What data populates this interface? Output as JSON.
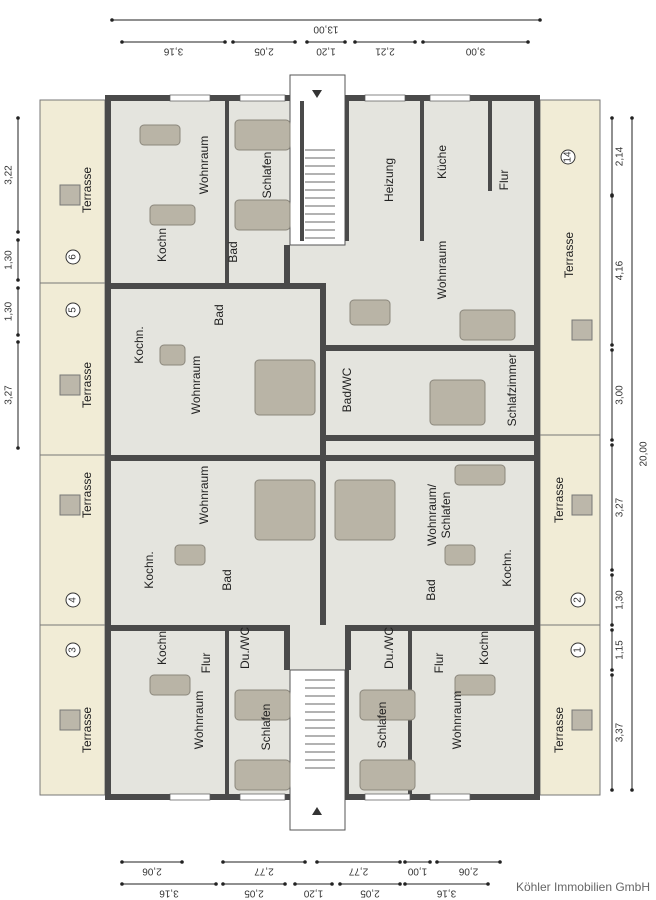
{
  "rooms_left": [
    "Terrasse",
    "Wohnraum",
    "Schlafen",
    "Kochn",
    "Bad",
    "Kochn.",
    "Bad",
    "Terrasse",
    "Wohnraum",
    "Terrasse",
    "Wohnraum",
    "Kochn.",
    "Bad",
    "Kochn",
    "Flur",
    "Du./WC",
    "Terrasse",
    "Wohnraum",
    "Schlafen"
  ],
  "rooms_right": [
    "Heizung",
    "Küche",
    "Flur",
    "Terrasse",
    "Wohnraum",
    "Bad/WC",
    "Schlafzimmer",
    "Terrasse",
    "Wohnraum/",
    "Schlafen",
    "Kochn.",
    "Bad",
    "Du./WC",
    "Kochn",
    "Flur",
    "Wohnraum",
    "Schlafen",
    "Terrasse"
  ],
  "unit_numbers": [
    "6",
    "5",
    "4",
    "3",
    "14",
    "2",
    "1"
  ],
  "dimensions": {
    "top_total": "13,00",
    "top": [
      "3,16",
      "2,05",
      "1,20",
      "2,21",
      "3,00"
    ],
    "left": [
      "3,22",
      "1,30",
      "1,30",
      "3,27"
    ],
    "right": [
      "2,14",
      "4,16",
      "3,00",
      "3,27",
      "1,30",
      "1,15",
      "3,37"
    ],
    "right_total": "20,00",
    "bottom_row1": [
      "2,06",
      "2,77",
      "2,77",
      "1,00",
      "2,06"
    ],
    "bottom_row2": [
      "3,16",
      "2,05",
      "1,20",
      "2,05",
      "3,16"
    ]
  },
  "watermark": "Köhler Immobilien GmbH",
  "colors": {
    "wall": "#4a4a4a",
    "floor": "#e4e4de",
    "terrace": "#f1ecd6",
    "furniture": "#b9b4a6"
  }
}
